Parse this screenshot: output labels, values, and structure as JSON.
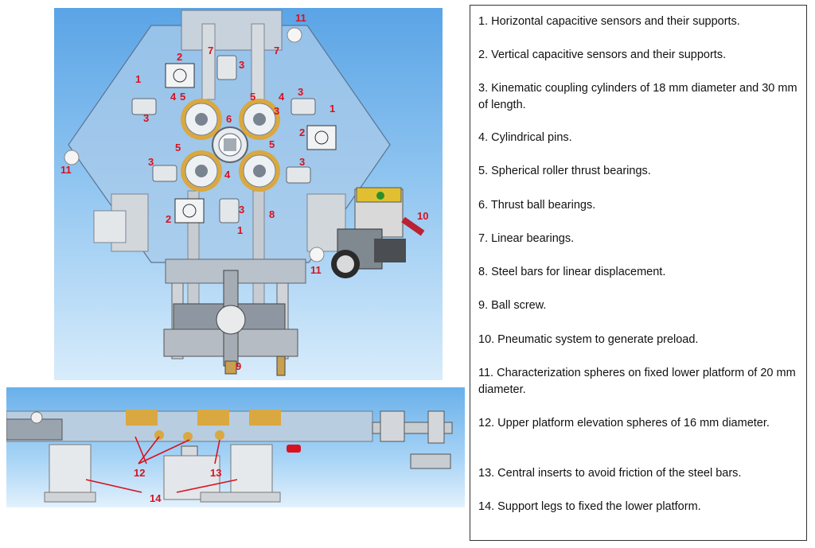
{
  "legend": [
    {
      "text": "1.   Horizontal capacitive sensors and their supports."
    },
    {
      "text": "2. Vertical capacitive sensors and their supports."
    },
    {
      "text": "3. Kinematic coupling cylinders of 18 mm diameter and 30 mm of length."
    },
    {
      "text": "4. Cylindrical pins."
    },
    {
      "text": "5. Spherical roller thrust bearings."
    },
    {
      "text": "6. Thrust ball bearings."
    },
    {
      "text": "7. Linear bearings."
    },
    {
      "text": "8. Steel bars for linear displacement."
    },
    {
      "text": "9. Ball screw."
    },
    {
      "text": "10. Pneumatic system to generate preload."
    },
    {
      "text": "11. Characterization spheres on fixed lower platform of 20 mm diameter."
    },
    {
      "text": "12. Upper platform elevation spheres of 16 mm diameter."
    },
    {
      "text": "13. Central inserts to avoid friction of the steel bars."
    },
    {
      "text": "14. Support legs to fixed the lower platform."
    }
  ],
  "top_callouts": {
    "c1a": "1",
    "c1b": "1",
    "c1c": "1",
    "c2a": "2",
    "c2b": "2",
    "c2c": "2",
    "c3a": "3",
    "c3b": "3",
    "c3c": "3",
    "c3d": "3",
    "c3e": "3",
    "c3f": "3",
    "c3g": "3",
    "c4a": "4",
    "c4b": "4",
    "c4c": "4",
    "c5a": "5",
    "c5b": "5",
    "c5c": "5",
    "c5d": "5",
    "c6": "6",
    "c7a": "7",
    "c7b": "7",
    "c8": "8",
    "c9": "9",
    "c10": "10",
    "c11a": "11",
    "c11b": "11",
    "c11c": "11"
  },
  "side_callouts": {
    "c12": "12",
    "c13": "13",
    "c14": "14"
  },
  "colors": {
    "callout": "#d8121e",
    "bearing_gold": "#d9a840",
    "metal": "#c9ced4",
    "glass": "#9cc2e4"
  }
}
